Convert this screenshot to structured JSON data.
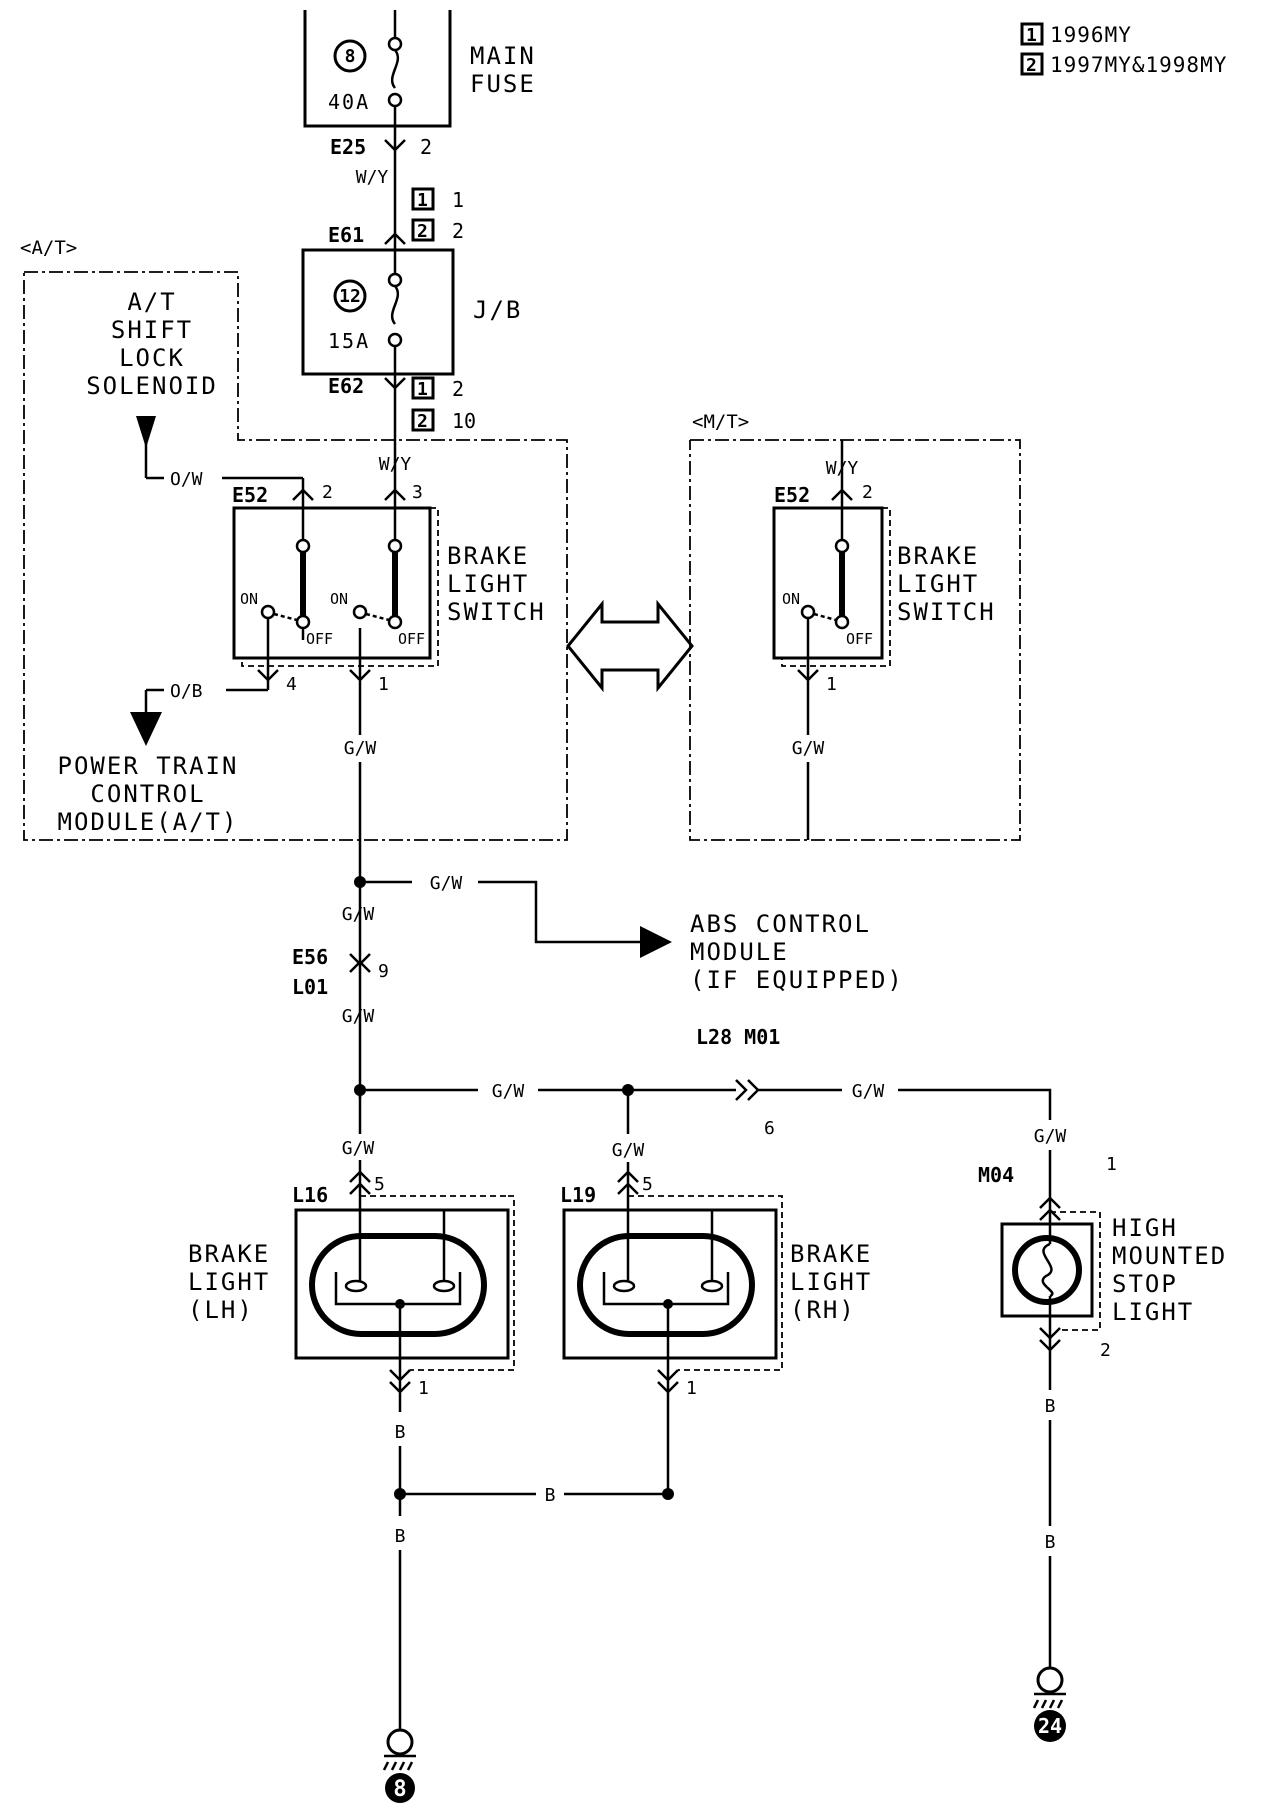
{
  "legend": [
    {
      "num": "1",
      "text": "1996MY"
    },
    {
      "num": "2",
      "text": "1997MY&1998MY"
    }
  ],
  "main_fuse": {
    "label_line1": "MAIN",
    "label_line2": "FUSE",
    "circle": "8",
    "rating": "40A",
    "connector": "E25",
    "pin": "2"
  },
  "jb": {
    "label": "J/B",
    "circle": "12",
    "rating": "15A",
    "top_connector": "E61",
    "top_pin_1": "1",
    "top_pin_2": "2",
    "bottom_connector": "E62",
    "bottom_pin_1": "2",
    "bottom_pin_2": "10"
  },
  "at_section": {
    "label": "<A/T>",
    "solenoid": [
      "A/T",
      "SHIFT",
      "LOCK",
      "SOLENOID"
    ],
    "ptcm": [
      "POWER TRAIN",
      "CONTROL",
      "MODULE(A/T)"
    ]
  },
  "mt_section": {
    "label": "<M/T>"
  },
  "switch": {
    "connector": "E52",
    "label": [
      "BRAKE",
      "LIGHT",
      "SWITCH"
    ],
    "on": "ON",
    "off": "OFF",
    "pin2": "2",
    "pin3": "3",
    "pin4": "4",
    "pin1": "1"
  },
  "wires": {
    "wy": "W/Y",
    "ow": "O/W",
    "ob": "O/B",
    "gw": "G/W",
    "b": "B"
  },
  "abs": [
    "ABS CONTROL",
    "MODULE",
    "(IF EQUIPPED)"
  ],
  "connectors": {
    "e56": "E56",
    "l01": "L01",
    "pin9": "9",
    "l28_m01": "L28  M01",
    "pin6": "6",
    "l16": "L16",
    "l19": "L19",
    "m04": "M04",
    "pin5": "5",
    "pin1": "1",
    "pin2": "2"
  },
  "brake_lh": [
    "BRAKE",
    "LIGHT",
    "(LH)"
  ],
  "brake_rh": [
    "BRAKE",
    "LIGHT",
    "(RH)"
  ],
  "hmsl": [
    "HIGH",
    "MOUNTED",
    "STOP",
    "LIGHT"
  ],
  "grounds": {
    "left": "8",
    "right": "24"
  }
}
